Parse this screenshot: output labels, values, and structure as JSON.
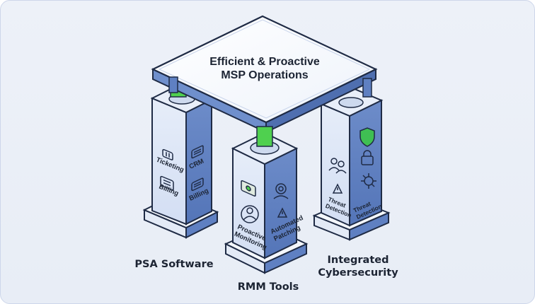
{
  "title_line1": "Efficient & Proactive",
  "title_line2": "MSP Operations",
  "pillars": {
    "psa": {
      "label": "PSA Software",
      "left_items": [
        "Ticketing",
        "Billing"
      ],
      "right_items": [
        "CRM",
        "Billing"
      ]
    },
    "rmm": {
      "label": "RMM Tools",
      "left_items": [
        "Proactive Monitoring"
      ],
      "right_items": [
        "Automated Patching"
      ]
    },
    "security": {
      "label_line1": "Integrated",
      "label_line2": "Cybersecurity",
      "left_items": [
        "Threat Detection"
      ],
      "right_items": [
        "Threat Detection"
      ]
    }
  },
  "colors": {
    "background": "#e9eef7",
    "pillar_front": "#dce6f6",
    "pillar_side": "#5f80c2",
    "outline": "#1f2b45",
    "connector_green": "#4fd04f",
    "shield_green": "#3fbf53"
  },
  "icons": [
    "ticket-icon",
    "crm-icon",
    "billing-icon",
    "monitoring-icon",
    "people-icon",
    "patching-icon",
    "lock-icon",
    "shield-icon",
    "threat-icon",
    "virus-icon",
    "alarm-icon"
  ]
}
